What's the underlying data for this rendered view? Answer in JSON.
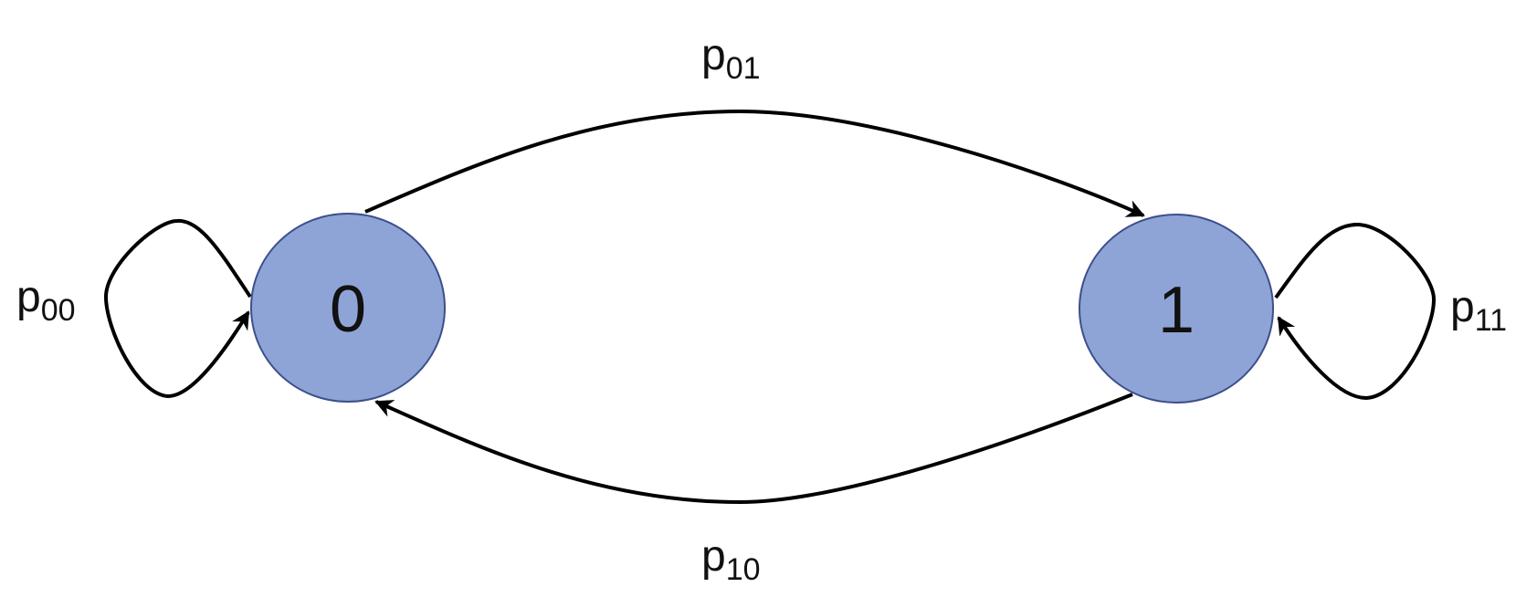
{
  "nodes": [
    {
      "id": "0",
      "label": "0",
      "color": "#8fa4d6"
    },
    {
      "id": "1",
      "label": "1",
      "color": "#8fa4d6"
    }
  ],
  "edges": {
    "p00": {
      "from": "0",
      "to": "0",
      "base": "p",
      "sub": "00"
    },
    "p01": {
      "from": "0",
      "to": "1",
      "base": "p",
      "sub": "01"
    },
    "p10": {
      "from": "1",
      "to": "0",
      "base": "p",
      "sub": "10"
    },
    "p11": {
      "from": "1",
      "to": "1",
      "base": "p",
      "sub": "11"
    }
  }
}
